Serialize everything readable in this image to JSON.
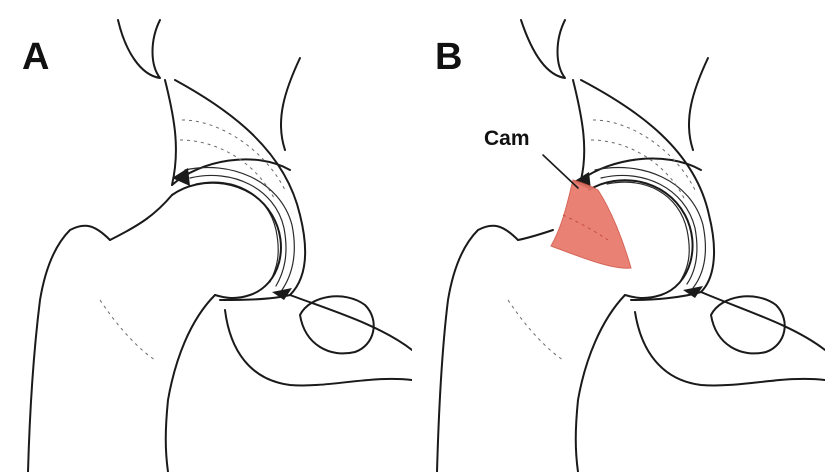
{
  "panels": [
    {
      "label": "A"
    },
    {
      "label": "B",
      "annotation": "Cam"
    }
  ],
  "colors": {
    "line": "#1a1a1a",
    "cam_lesion": "#e8786a",
    "background": "#ffffff"
  }
}
